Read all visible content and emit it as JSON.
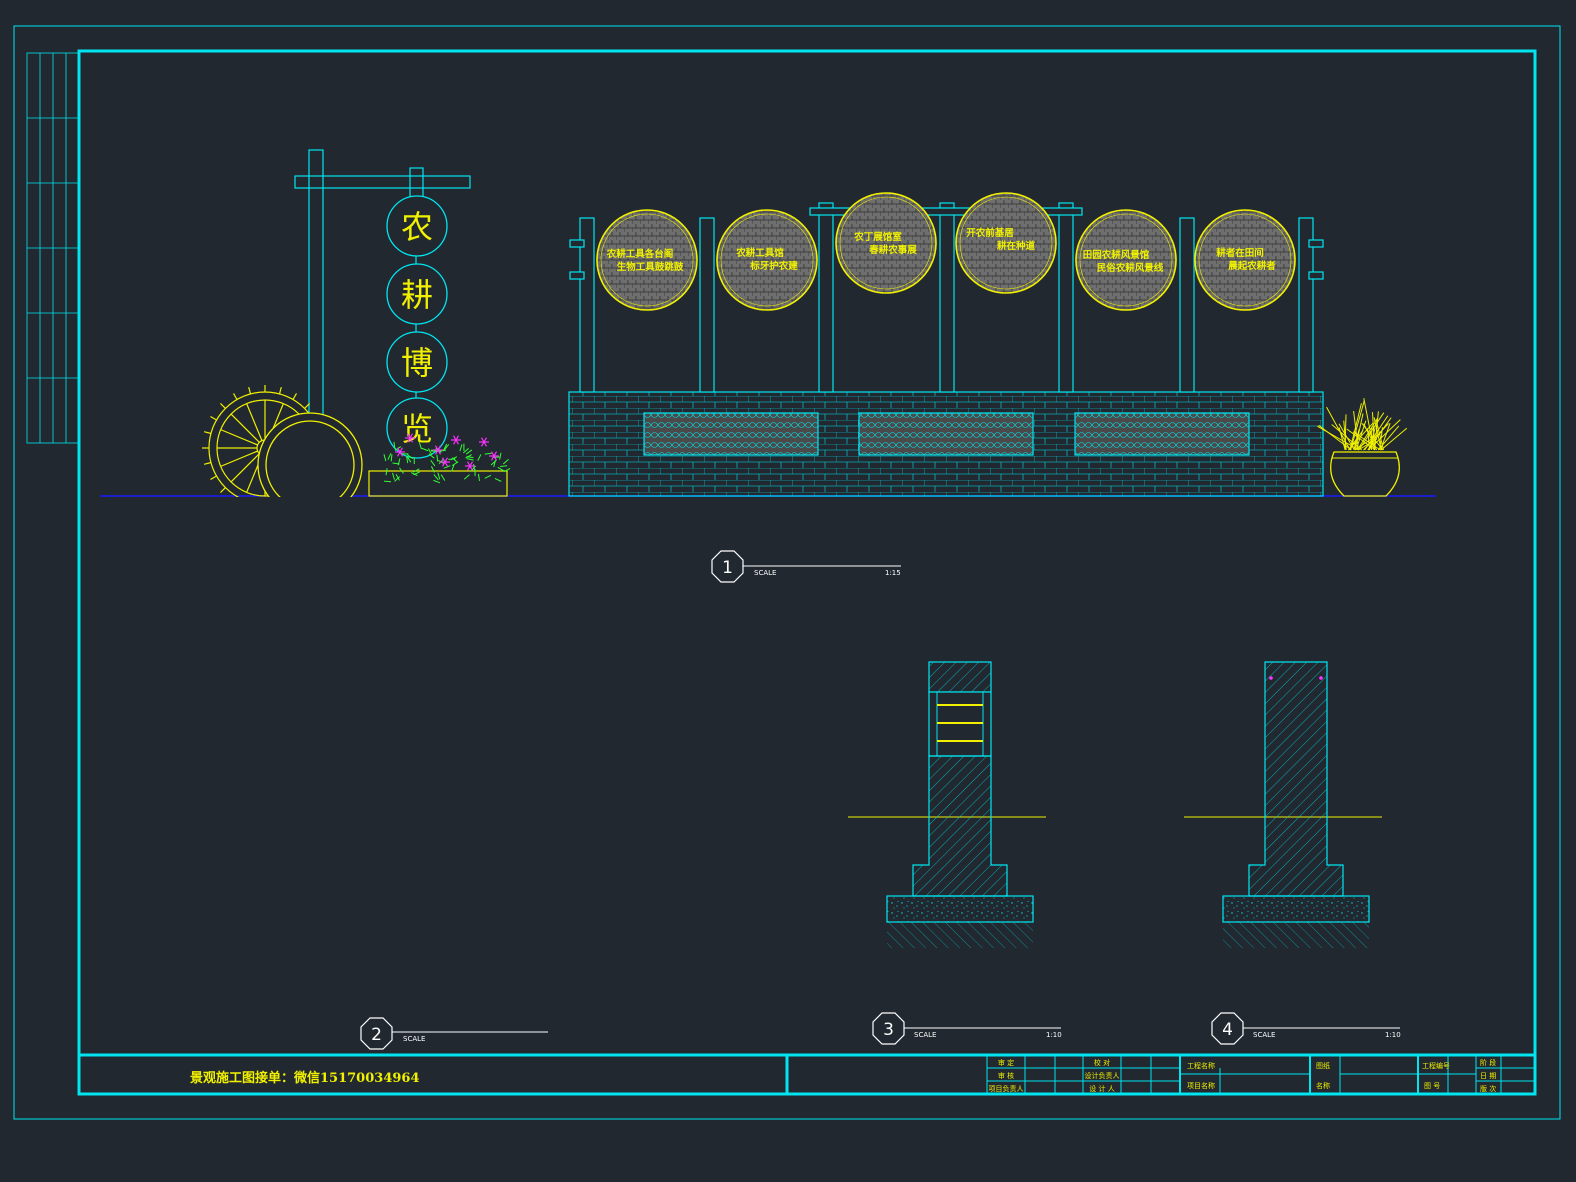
{
  "colors": {
    "background": "#212830",
    "frame": "#00e5f0",
    "yellow": "#f0f000",
    "ground_line": "#1a1aff",
    "plant_green": "#33ff33",
    "flower_magenta": "#ff33ff",
    "panel_fill": "#6e6e6e"
  },
  "pillar_glyphs": [
    "农",
    "耕",
    "博",
    "览"
  ],
  "round_panels": [
    {
      "line1": "农耕工具各台阁",
      "line2": "生物工具鼓跳鼓"
    },
    {
      "line1": "农耕工具馆",
      "line2": "标牙护农建"
    },
    {
      "line1": "农丁展馆室",
      "line2": "春耕农事展"
    },
    {
      "line1": "开农前基居",
      "line2": "耕在种道"
    },
    {
      "line1": "田园农耕风景馆",
      "line2": "民俗农耕风景线"
    },
    {
      "line1": "耕者在田间",
      "line2": "晨起农耕者"
    }
  ],
  "details": [
    {
      "number": "1",
      "scale_word": "SCALE",
      "scale_value": "1:15"
    },
    {
      "number": "2",
      "scale_word": "SCALE",
      "scale_value": ""
    },
    {
      "number": "3",
      "scale_word": "SCALE",
      "scale_value": "1:10"
    },
    {
      "number": "4",
      "scale_word": "SCALE",
      "scale_value": "1:10"
    }
  ],
  "title_block": {
    "note": "景观施工图接单：微信15170034964",
    "cells": {
      "approve": "审 定",
      "review": "审 核",
      "project_lead": "项目负责人",
      "proofread": "校 对",
      "design_lead": "设计负责人",
      "designer": "设 计 人",
      "project_title": "工程名称",
      "project_name": "项目名称",
      "drawing_title": "图纸",
      "drawing_name": "名称",
      "project_no": "工程编号",
      "sheet_no": "图 号",
      "stage": "阶 段",
      "date": "日 期",
      "version": "版 次"
    }
  }
}
